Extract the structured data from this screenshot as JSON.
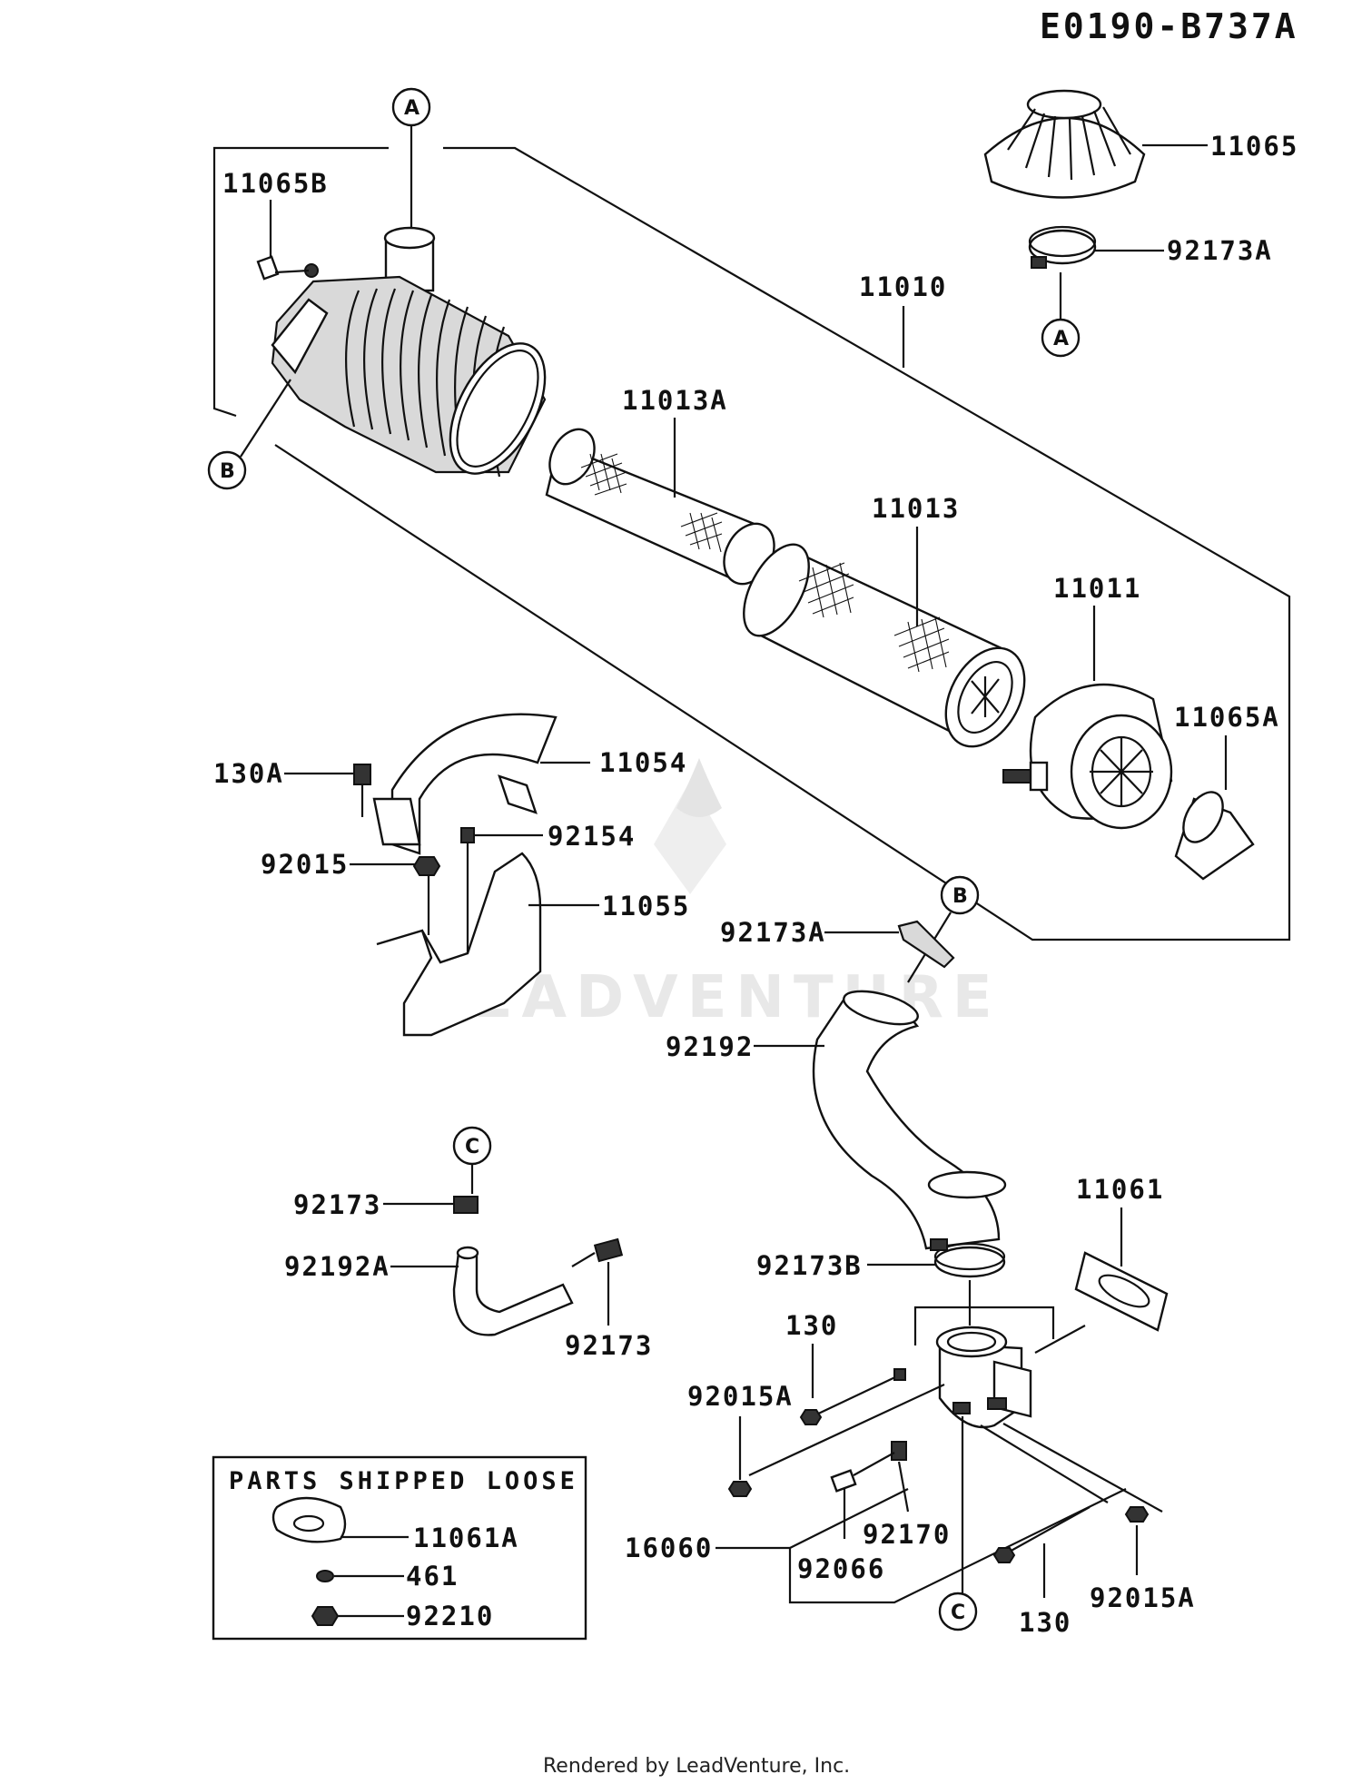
{
  "diagram_code": "E0190-B737A",
  "footer": "Rendered by LeadVenture, Inc.",
  "watermark": "LEADVENTURE",
  "callouts": {
    "a_top": "A",
    "a_bottom": "A",
    "b_left": "B",
    "b_right": "B",
    "c_top": "C",
    "c_bottom": "C"
  },
  "parts": {
    "p11065B": "11065B",
    "p11065": "11065",
    "p92173A_top": "92173A",
    "p11010": "11010",
    "p11013A": "11013A",
    "p11013": "11013",
    "p11011": "11011",
    "p11065A": "11065A",
    "p130A": "130A",
    "p11054": "11054",
    "p92154": "92154",
    "p92015": "92015",
    "p11055": "11055",
    "p92173A_mid": "92173A",
    "p92192": "92192",
    "p92173_top": "92173",
    "p92192A": "92192A",
    "p92173_bottom": "92173",
    "p11061": "11061",
    "p92173B": "92173B",
    "p130_top": "130",
    "p92015A_left": "92015A",
    "p16060": "16060",
    "p92170": "92170",
    "p92066": "92066",
    "p130_bottom": "130",
    "p92015A_right": "92015A"
  },
  "loose_box": {
    "title": "PARTS SHIPPED LOOSE",
    "items": [
      "11061A",
      "461",
      "92210"
    ]
  }
}
